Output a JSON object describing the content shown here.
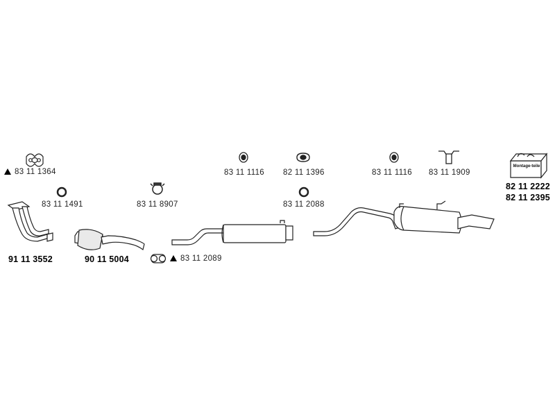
{
  "parts": [
    {
      "id": "p1",
      "number": "83 11 1364",
      "warning": true,
      "icon": "gasket-icon",
      "bold": false
    },
    {
      "id": "p2",
      "number": "83 11 1491",
      "warning": false,
      "icon": "ring-icon",
      "bold": false
    },
    {
      "id": "p3",
      "number": "91 11 3552",
      "warning": false,
      "icon": "front-pipe-icon",
      "bold": true
    },
    {
      "id": "p4",
      "number": "83 11 8907",
      "warning": false,
      "icon": "clamp-icon",
      "bold": false
    },
    {
      "id": "p5",
      "number": "90 11 5004",
      "warning": false,
      "icon": "catalyst-icon",
      "bold": true
    },
    {
      "id": "p6",
      "number": "83 11 2089",
      "warning": true,
      "icon": "pipe-clamp-icon",
      "bold": false
    },
    {
      "id": "p7",
      "number": "83 11 1116",
      "warning": false,
      "icon": "rubber-mount-icon",
      "bold": false
    },
    {
      "id": "p8",
      "number": "82 11 1396",
      "warning": false,
      "icon": "gasket-icon",
      "bold": false
    },
    {
      "id": "p9",
      "number": "83 11 2088",
      "warning": false,
      "icon": "ring-icon",
      "bold": false
    },
    {
      "id": "p10",
      "number": "83 11 1116",
      "warning": false,
      "icon": "rubber-mount-icon",
      "bold": false
    },
    {
      "id": "p11",
      "number": "83 11 1909",
      "warning": false,
      "icon": "hanger-icon",
      "bold": false
    },
    {
      "id": "p12",
      "number": "82 11 2222",
      "warning": false,
      "icon": "mounting-kit-icon",
      "bold": true
    },
    {
      "id": "p13",
      "number": "82 11 2395",
      "warning": false,
      "icon": "mounting-kit-icon",
      "bold": true
    }
  ],
  "kit_label": "Montage-teile",
  "colors": {
    "line": "#222222",
    "fill": "#ffffff",
    "shade": "#cfcfcf"
  }
}
